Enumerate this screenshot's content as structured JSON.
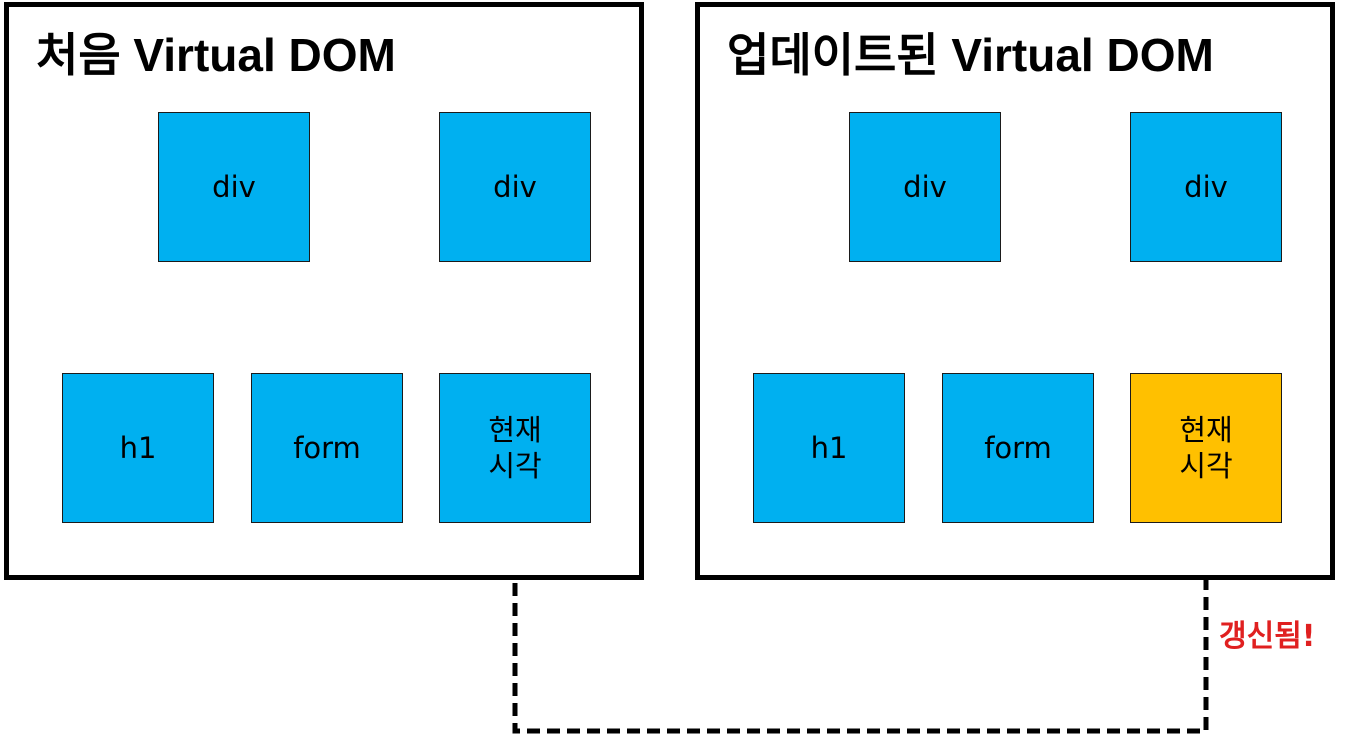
{
  "panels": {
    "left": {
      "title": "처음 Virtual DOM",
      "nodes": {
        "root_a": "div",
        "root_b": "div",
        "child_h1": "h1",
        "child_form": "form",
        "child_time": "현재 시각"
      }
    },
    "right": {
      "title": "업데이트된 Virtual DOM",
      "nodes": {
        "root_a": "div",
        "root_b": "div",
        "child_h1": "h1",
        "child_form": "form",
        "child_time": "현재 시각"
      }
    }
  },
  "update_label": "갱신됨!",
  "colors": {
    "node_fill": "#00b0f0",
    "updated_fill": "#ffc000",
    "label_red": "#e02020",
    "border": "#000000"
  }
}
